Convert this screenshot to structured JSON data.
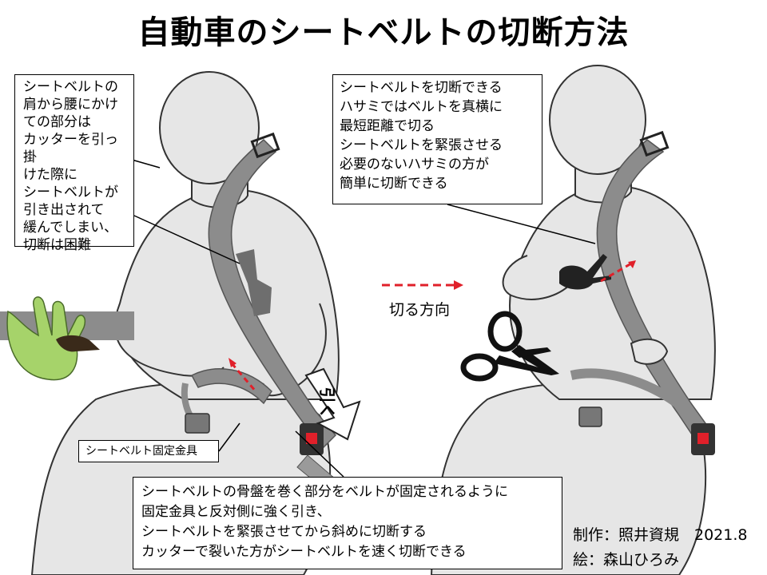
{
  "title": "自動車のシートベルトの切断方法",
  "notes": {
    "left": "シートベルトの\n肩から腰にかけ\nての部分は\nカッターを引っ掛\nけた際に\nシートベルトが\n引き出されて\n緩んでしまい、\n切断は困難",
    "right": "シートベルトを切断できる\nハサミではベルトを真横に\n最短距離で切る\nシートベルトを緊張させる\n必要のないハサミの方が\n簡単に切断できる",
    "bottom": "シートベルトの骨盤を巻く部分をベルトが固定されるように\n固定金具と反対側に強く引き、\nシートベルトを緊張させてから斜めに切断する\nカッターで裂いた方がシートベルトを速く切断できる"
  },
  "labels": {
    "fixture": "シートベルト固定金具",
    "cut_direction": "切る方向",
    "pull": "引く"
  },
  "credits": {
    "author": "制作：照井資規　2021.8",
    "illustrator": "絵：森山ひろみ"
  },
  "colors": {
    "body": "#e6e6e6",
    "outline": "#333333",
    "belt": "#8c8c8c",
    "glove": "#a6d36a",
    "arrow_red": "#e0202a"
  }
}
